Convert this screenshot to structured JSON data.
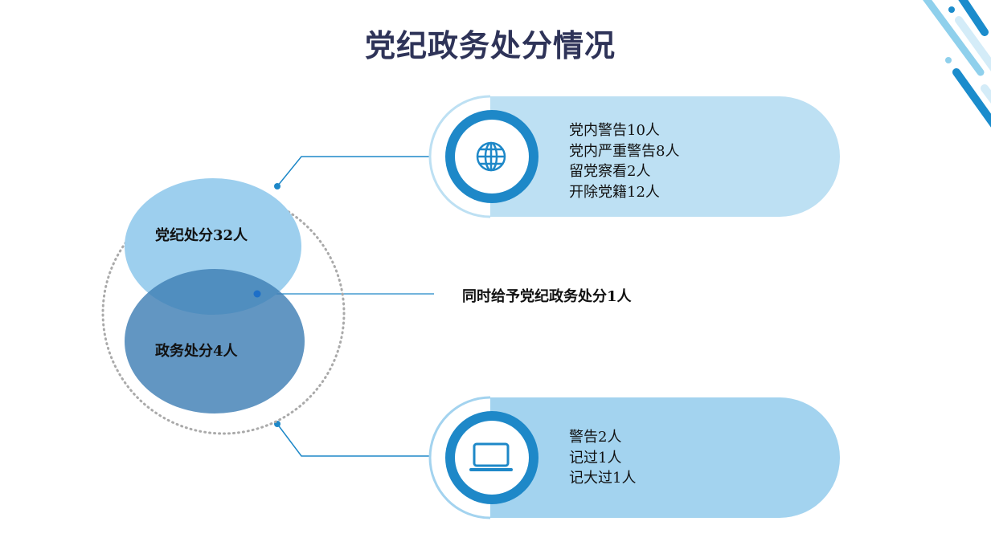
{
  "title": "党纪政务处分情况",
  "venn": {
    "party_label": "党纪处分32人",
    "gov_label": "政务处分4人",
    "overlap_label": "同时给予党纪政务处分1人"
  },
  "party_card": {
    "icon": "globe-icon",
    "items": [
      "党内警告10人",
      "党内严重警告8人",
      "留党察看2人",
      "开除党籍12人"
    ]
  },
  "gov_card": {
    "icon": "laptop-icon",
    "items": [
      "警告2人",
      "记过1人",
      "记大过1人"
    ]
  },
  "colors": {
    "primary": "#1e88c8",
    "light": "#bde0f3",
    "venn_top": "#9dcfee",
    "venn_bottom": "#5f97c4",
    "title": "#2e3358"
  }
}
